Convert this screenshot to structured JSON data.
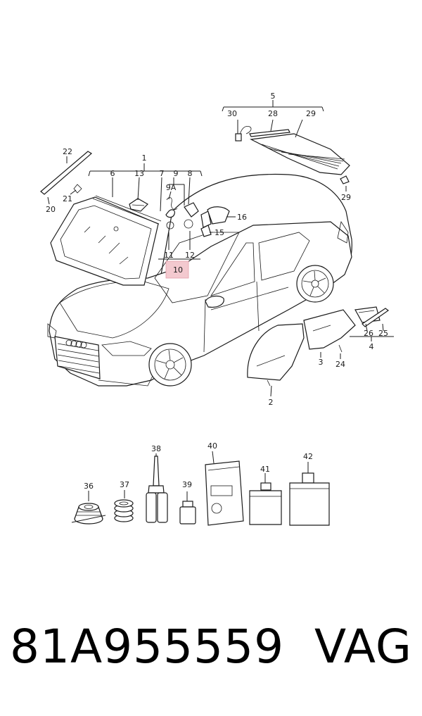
{
  "diagram": {
    "callouts": {
      "c1": "1",
      "c2": "2",
      "c3": "3",
      "c4": "4",
      "c5": "5",
      "c6": "6",
      "c7": "7",
      "c8": "8",
      "c9": "9",
      "c9a": "9A",
      "c10": "10",
      "c11": "11",
      "c12": "12",
      "c13": "13",
      "c15": "15",
      "c16": "16",
      "c20": "20",
      "c21": "21",
      "c22": "22",
      "c24": "24",
      "c25": "25",
      "c26": "26",
      "c28": "28",
      "c29a": "29",
      "c29b": "29",
      "c30": "30",
      "c36": "36",
      "c37": "37",
      "c38": "38",
      "c39": "39",
      "c40": "40",
      "c41": "41",
      "c42": "42"
    },
    "highlight_color": "#f3c9cf"
  },
  "footer": {
    "part_number": "81A955559",
    "brand": "VAG"
  }
}
